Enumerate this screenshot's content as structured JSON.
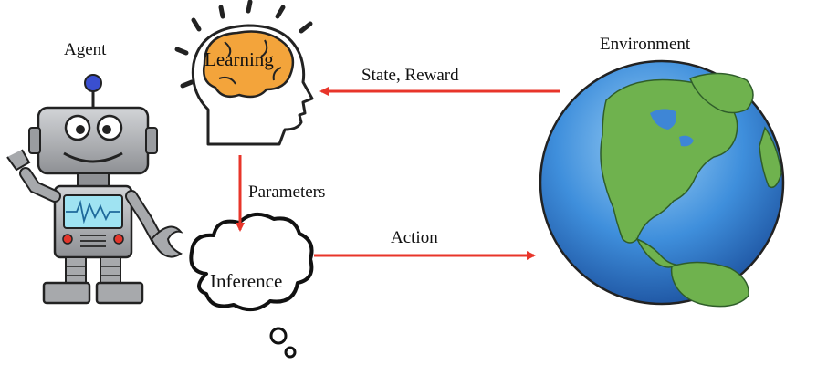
{
  "diagram": {
    "agent_label": "Agent",
    "environment_label": "Environment",
    "learning_label": "Learning",
    "inference_label": "Inference",
    "state_reward_label": "State, Reward",
    "parameters_label": "Parameters",
    "action_label": "Action"
  },
  "colors": {
    "arrow": "#e8352a",
    "learning_fill": "#f3a43b",
    "ocean": "#3e86d6",
    "land": "#6fb24e",
    "robot_body": "#a7a9ac",
    "robot_antenna": "#3a4fd0",
    "screen": "#9fe3f2"
  }
}
